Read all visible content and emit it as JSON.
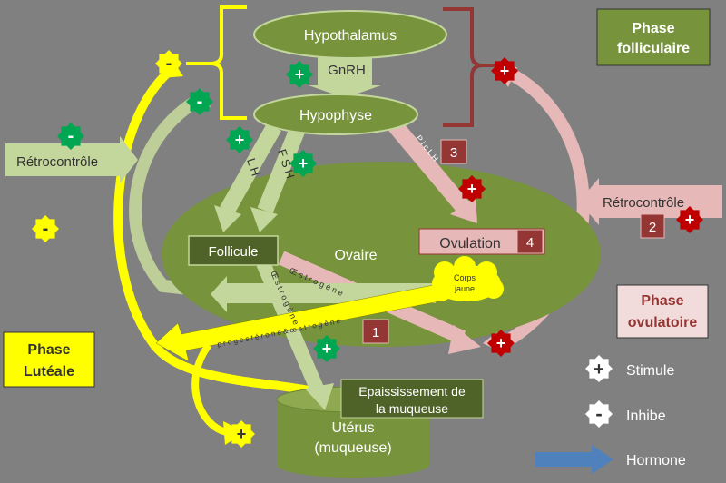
{
  "labels": {
    "hypothalamus": "Hypothalamus",
    "gnrh": "GnRH",
    "hypophyse": "Hypophyse",
    "ovaire": "Ovaire",
    "follicule": "Follicule",
    "ovulation": "Ovulation",
    "corps_jaune_1": "Corps",
    "corps_jaune_2": "jaune",
    "epaississement_1": "Epaississement de",
    "epaississement_2": "la muqueuse",
    "uterus_1": "Utérus",
    "uterus_2": "(muqueuse)",
    "retrocontrole_left": "Rétrocontrôle",
    "retrocontrole_right": "Rétrocontrôle",
    "lh_vertical": "L H",
    "fsh_vertical": "F S H",
    "pic_lh": "P i c   L H",
    "oestrogene": "Œ s t r o g è n e",
    "oestro_prog": "Œ s t r o g è n e",
    "prog_oestro": "p r o g e s t é r o n e   &   œ s t r o g è n e"
  },
  "phases": {
    "folliculaire_1": "Phase",
    "folliculaire_2": "folliculaire",
    "ovulatoire_1": "Phase",
    "ovulatoire_2": "ovulatoire",
    "luteale_1": "Phase",
    "luteale_2": "Lutéale"
  },
  "numbers": {
    "n1": "1",
    "n2": "2",
    "n3": "3",
    "n4": "4"
  },
  "legend": {
    "stimule": "Stimule",
    "inhibe": "Inhibe",
    "hormone": "Hormone"
  },
  "signs": {
    "plus": "+",
    "minus": "-"
  },
  "colors": {
    "background": "#808080",
    "green_node": "#77933C",
    "green_arrow": "#C3D69B",
    "pink_arrow": "#E6B9B8",
    "yellow": "#FFFF00",
    "dark_red": "#943634",
    "stim_green": "#00A651",
    "inhib_red": "#C00000",
    "hormone_blue": "#4F81BD"
  }
}
